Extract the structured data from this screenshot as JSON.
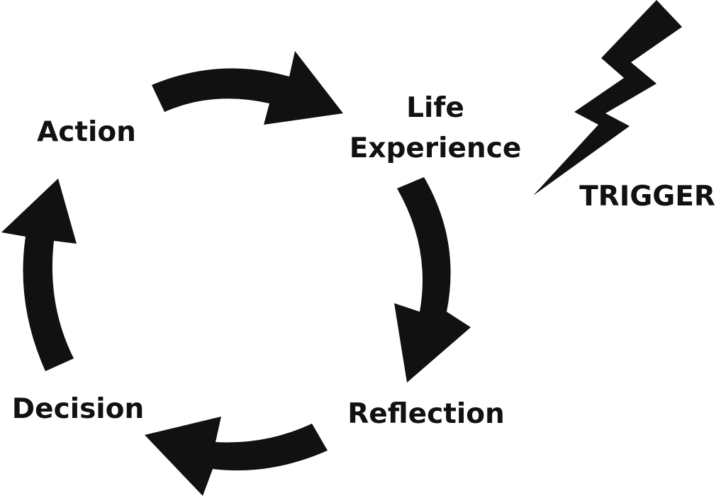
{
  "cycle": {
    "nodes": [
      {
        "id": "life-experience",
        "lines": [
          "Life",
          "Experience"
        ]
      },
      {
        "id": "reflection",
        "lines": [
          "Reflection"
        ]
      },
      {
        "id": "decision",
        "lines": [
          "Decision"
        ]
      },
      {
        "id": "action",
        "lines": [
          "Action"
        ]
      }
    ],
    "arrows": [
      {
        "from": "action",
        "to": "life-experience"
      },
      {
        "from": "life-experience",
        "to": "reflection"
      },
      {
        "from": "reflection",
        "to": "decision"
      },
      {
        "from": "decision",
        "to": "action"
      }
    ]
  },
  "trigger": {
    "label": "TRIGGER",
    "icon": "lightning-bolt-icon"
  },
  "colors": {
    "ink": "#111111",
    "background": "#ffffff"
  }
}
